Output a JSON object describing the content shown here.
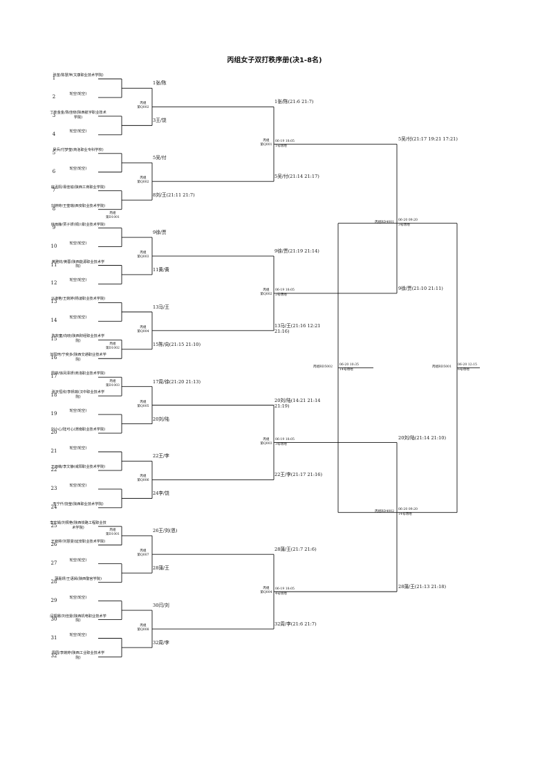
{
  "title": "丙组女子双打秩序册(决1-8名)",
  "entrants": [
    {
      "seed": "1",
      "name": "张苗/陈慧萍(文康职业技术学院)"
    },
    {
      "seed": "2",
      "name": "轮空(轮空)"
    },
    {
      "seed": "3",
      "name": "丁桂金金/陈佳晓(陕西航宇职业技术学院)"
    },
    {
      "seed": "4",
      "name": "轮空(轮空)"
    },
    {
      "seed": "5",
      "name": "吴兵/付梦莹(商洛职业专科学校)"
    },
    {
      "seed": "6",
      "name": "轮空(轮空)"
    },
    {
      "seed": "7",
      "name": "寇孟阳/易佳瑜(陕西工商职业学院)"
    },
    {
      "seed": "8",
      "name": "刘婷婷/王莹瑞(西安职业技术学院)"
    },
    {
      "seed": "9",
      "name": "徐雨静/贾子妍(铜川职业技术学院)"
    },
    {
      "seed": "10",
      "name": "轮空(轮空)"
    },
    {
      "seed": "11",
      "name": "黄雅钧/黄蓉(陕西能源职业技术学院)"
    },
    {
      "seed": "12",
      "name": "轮空(轮空)"
    },
    {
      "seed": "13",
      "name": "马淑艳/王婉婷(杨凌职业技术学院)"
    },
    {
      "seed": "14",
      "name": "轮空(轮空)"
    },
    {
      "seed": "15",
      "name": "陈牧童/向晓(陕西财经职业技术学院)"
    },
    {
      "seed": "16",
      "name": "刘阳珂/宁奕多(陕西交通职业技术学院)"
    },
    {
      "seed": "17",
      "name": "周婷/徐凤泽妍(商洛职业技术学院)"
    },
    {
      "seed": "18",
      "name": "张天恒欣/李帆瑞(汉中职业技术学院)"
    },
    {
      "seed": "19",
      "name": "轮空(轮空)"
    },
    {
      "seed": "20",
      "name": "刘小心/陆可心(渭南职业技术学院)"
    },
    {
      "seed": "21",
      "name": "轮空(轮空)"
    },
    {
      "seed": "22",
      "name": "王雨萌/李文静(咸阳职业技术学院)"
    },
    {
      "seed": "23",
      "name": "轮空(轮空)"
    },
    {
      "seed": "24",
      "name": "李宁仟/饶莹(陕西职业技术学院)"
    },
    {
      "seed": "25",
      "name": "李宏娟/刘佩艳(陕西铁路工程职业技术学院)"
    },
    {
      "seed": "26",
      "name": "王宛婷/刘慧雯(延安职业技术学院)"
    },
    {
      "seed": "27",
      "name": "轮空(轮空)"
    },
    {
      "seed": "28",
      "name": "蒲嘉妍/王语嫣(陕西警官学院)"
    },
    {
      "seed": "29",
      "name": "轮空(轮空)"
    },
    {
      "seed": "30",
      "name": "闫振娜/刘佳雯(陕西机电职业技术学院)"
    },
    {
      "seed": "31",
      "name": "轮空(轮空)"
    },
    {
      "seed": "32",
      "name": "周园/李婉婷(陕西工业职业技术学院)"
    }
  ],
  "r1_codes": [
    {
      "code": "丙组\n第Q002"
    },
    {
      "code": "丙组\n第Q002"
    },
    {
      "code": "丙组\n第Q003"
    },
    {
      "code": "丙组\n第Q004"
    },
    {
      "code": "丙组\n第Q005"
    },
    {
      "code": "丙组\n第Q006"
    },
    {
      "code": "丙组\n第Q007"
    },
    {
      "code": "丙组\n第Q008"
    }
  ],
  "play_in_codes": [
    {
      "code": "丙组\n第D1001"
    },
    {
      "code": "丙组\n第D1002"
    },
    {
      "code": "丙组\n第D1003"
    },
    {
      "code": "丙组\n第D1001"
    }
  ],
  "r2_winners": [
    "1张/陈",
    "3王/饶",
    "5吴/付",
    "8刘/王(21:11 21:7)",
    "9徐/贾",
    "11黄/黄",
    "13马/王",
    "15陈/向(21:15 21:10)",
    "17周/徐(21:20 21:13)",
    "20刘/陆",
    "22王/李",
    "24李/饶",
    "26王/刘(恩)",
    "28蒲/王",
    "30闫/刘",
    "32周/李"
  ],
  "r2_codes": [
    "丙组\n第Q001",
    "丙组\n第Q002",
    "丙组\n第Q003",
    "丙组\n第Q004"
  ],
  "r2_sched": [
    {
      "time": "06-19 18:05",
      "venue": "1号场地"
    },
    {
      "time": "06-19 18:05",
      "venue": "2号场地"
    },
    {
      "time": "06-19 18:05",
      "venue": "3号场地"
    },
    {
      "time": "06-19 18:05",
      "venue": "4号场地"
    }
  ],
  "r3_winners": [
    "1张/陈(21:6 21:7)",
    "5吴/付(21:14 21:17)",
    "9徐/贾(21:19 21:14)",
    "13马/王(21:16 12:21 21:16)",
    "20刘/陆(14:21 21:14 21:19)",
    "22王/李(21:17 21:16)",
    "28蒲/王(21:7 21:6)",
    "32周/李(21:6 21:7)"
  ],
  "r3_codes": [
    "丙组RD4001",
    "丙组RD4002"
  ],
  "r3_sched": [
    {
      "time": "06-20 09:20",
      "venue": "3号场地"
    },
    {
      "time": "06-20 09:20",
      "venue": "14号场地"
    }
  ],
  "r4_winners": [
    "5吴/付(21:17 19:21 17:21)",
    "9徐/贾(21:10 21:11)",
    "20刘/陆(21:14 21:10)",
    "28蒲/王(21:13 21:18)"
  ],
  "semi_codes": [
    "丙组RD5002",
    "丙组RD5001"
  ],
  "semi_sched": [
    {
      "time": "06-20 10:35",
      "venue": "14号场地"
    },
    {
      "time": "06-20 12:15",
      "venue": "6号场地"
    }
  ]
}
